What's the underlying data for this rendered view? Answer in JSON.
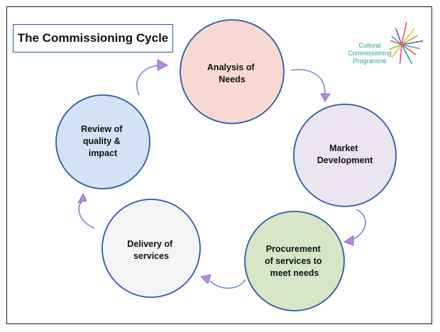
{
  "title": "The Commissioning Cycle",
  "logo": {
    "lines": [
      "Cultural",
      "Commissioning",
      "Programme"
    ],
    "text_color": "#1fa593",
    "ray_colors": [
      "#e94b8a",
      "#f2c230",
      "#8ac43f",
      "#7f4fa6",
      "#2fa8d8",
      "#e9573f",
      "#1fa593"
    ]
  },
  "nodes": [
    {
      "id": "analysis",
      "lines": [
        "Analysis of",
        "Needs"
      ],
      "fill": "#f8d9d1"
    },
    {
      "id": "market",
      "lines": [
        "Market",
        "Development"
      ],
      "fill": "#ebe5f1"
    },
    {
      "id": "procurement",
      "lines": [
        "Procurement",
        "of services to",
        "meet needs"
      ],
      "fill": "#d7e6c6"
    },
    {
      "id": "delivery",
      "lines": [
        "Delivery of",
        "services"
      ],
      "fill": "#f4f5f7"
    },
    {
      "id": "review",
      "lines": [
        "Review of",
        "quality &",
        "impact"
      ],
      "fill": "#d3e3f5"
    }
  ],
  "colors": {
    "circle_stroke": "#2b5aa6",
    "arrow_stroke": "#6d8fc9",
    "arrow_head": "#b58be2"
  }
}
